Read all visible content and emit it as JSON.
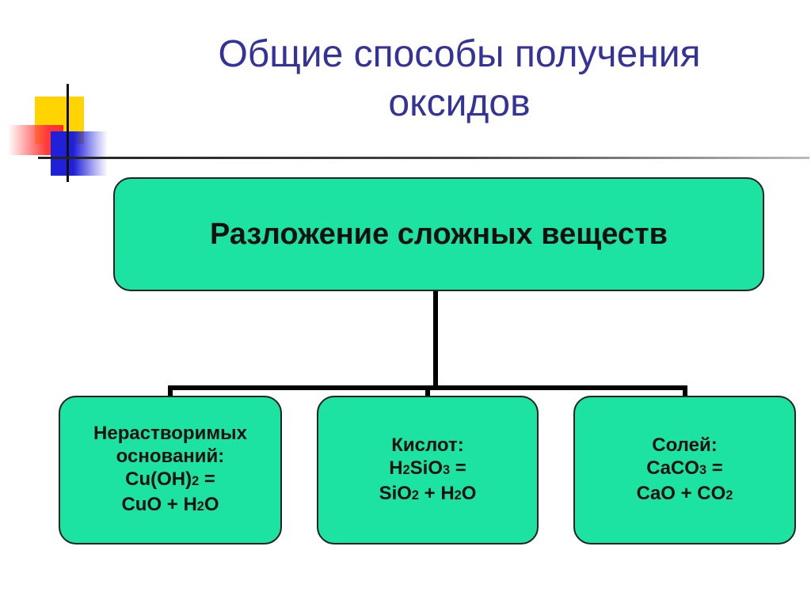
{
  "title": {
    "line1": "Общие способы получения",
    "line2": "оксидов"
  },
  "diagram": {
    "root": "Разложение сложных веществ",
    "children": [
      {
        "heading_lines": [
          "Нерастворимых",
          "оснований:"
        ],
        "equation_lines": [
          [
            {
              "t": "Cu(OH)"
            },
            {
              "t": "2",
              "sub": true
            },
            {
              "t": " ="
            }
          ],
          [
            {
              "t": "CuO + H"
            },
            {
              "t": "2",
              "sub": true
            },
            {
              "t": "O"
            }
          ]
        ]
      },
      {
        "heading_lines": [
          "Кислот:"
        ],
        "equation_lines": [
          [
            {
              "t": "H"
            },
            {
              "t": "2",
              "sub": true
            },
            {
              "t": "SiO"
            },
            {
              "t": "3",
              "sub": true
            },
            {
              "t": " ="
            }
          ],
          [
            {
              "t": "SiO"
            },
            {
              "t": "2",
              "sub": true
            },
            {
              "t": " + H"
            },
            {
              "t": "2",
              "sub": true
            },
            {
              "t": "O"
            }
          ]
        ]
      },
      {
        "heading_lines": [
          "Солей:"
        ],
        "equation_lines": [
          [
            {
              "t": "CaCO"
            },
            {
              "t": "3",
              "sub": true
            },
            {
              "t": " ="
            }
          ],
          [
            {
              "t": "CaO + CO"
            },
            {
              "t": "2",
              "sub": true
            }
          ]
        ]
      }
    ]
  },
  "colors": {
    "title": "#333399",
    "box_fill": "#1de3a2",
    "connector": "#000000"
  }
}
